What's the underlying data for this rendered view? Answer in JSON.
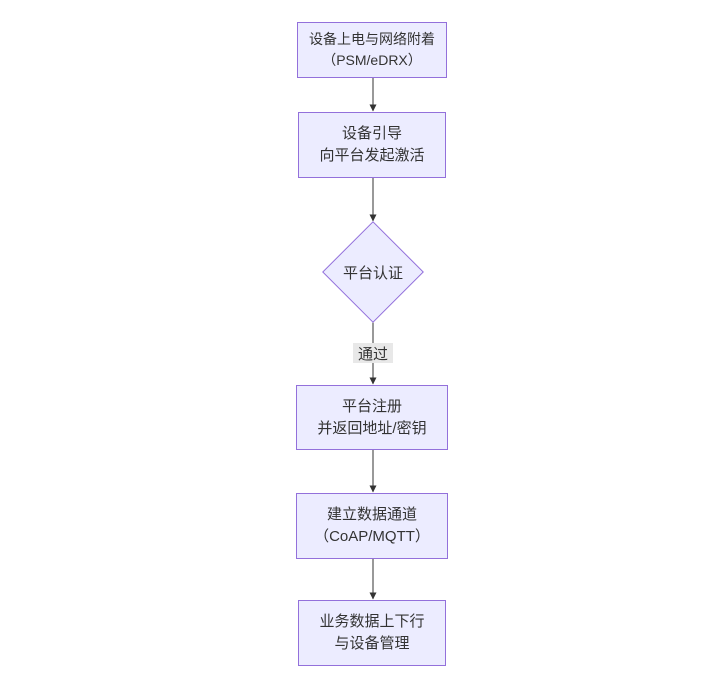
{
  "diagram": {
    "type": "flowchart-top-down",
    "colors": {
      "background": "#ffffff",
      "node_fill": "#ECECFF",
      "node_border": "#9370DB",
      "arrow_line": "#333333",
      "edge_label_bg": "#e8e8e8",
      "text": "#333333"
    },
    "nodes": [
      {
        "id": "power-attach",
        "shape": "rect",
        "line1": "设备上电与网络附着",
        "line2": "（PSM/eDRX）"
      },
      {
        "id": "bootstrap",
        "shape": "rect",
        "line1": "设备引导",
        "line2": "向平台发起激活"
      },
      {
        "id": "platform-auth",
        "shape": "diamond",
        "line1": "平台认证",
        "line2": ""
      },
      {
        "id": "register",
        "shape": "rect",
        "line1": "平台注册",
        "line2": "并返回地址/密钥"
      },
      {
        "id": "data-channel",
        "shape": "rect",
        "line1": "建立数据通道",
        "line2": "（CoAP/MQTT）"
      },
      {
        "id": "business",
        "shape": "rect",
        "line1": "业务数据上下行",
        "line2": "与设备管理"
      }
    ],
    "edges": [
      {
        "from": "power-attach",
        "to": "bootstrap",
        "label": ""
      },
      {
        "from": "bootstrap",
        "to": "platform-auth",
        "label": ""
      },
      {
        "from": "platform-auth",
        "to": "register",
        "label": "通过"
      },
      {
        "from": "register",
        "to": "data-channel",
        "label": ""
      },
      {
        "from": "data-channel",
        "to": "business",
        "label": ""
      }
    ]
  }
}
